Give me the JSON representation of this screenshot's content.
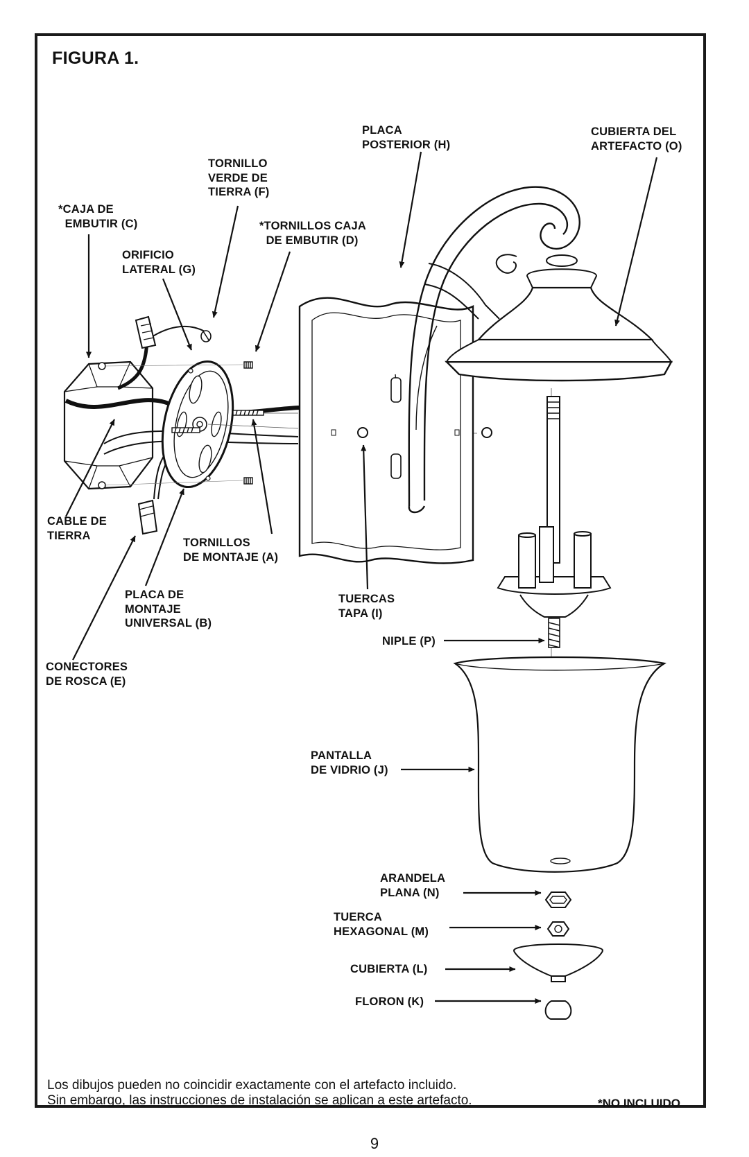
{
  "figure_title": "FIGURA 1.",
  "labels": {
    "placa_posterior": "PLACA\nPOSTERIOR (H)",
    "cubierta_artefacto": "CUBIERTA DEL\nARTEFACTO (O)",
    "tornillo_verde": "TORNILLO\nVERDE DE\nTIERRA (F)",
    "caja_embutir": "*CAJA DE\n  EMBUTIR (C)",
    "tornillos_caja": "*TORNILLOS CAJA\n  DE EMBUTIR (D)",
    "orificio_lateral": "ORIFICIO\nLATERAL (G)",
    "cable_tierra": "CABLE DE\nTIERRA",
    "tornillos_montaje": "TORNILLOS\nDE MONTAJE (A)",
    "placa_montaje": "PLACA DE\nMONTAJE\nUNIVERSAL (B)",
    "tuercas_tapa": "TUERCAS\nTAPA (I)",
    "niple": "NIPLE (P)",
    "conectores": "CONECTORES\nDE ROSCA (E)",
    "pantalla": "PANTALLA\nDE VIDRIO (J)",
    "arandela": "ARANDELA\nPLANA (N)",
    "tuerca_hex": "TUERCA\nHEXAGONAL (M)",
    "cubierta_l": "CUBIERTA (L)",
    "floron": "FLORON (K)"
  },
  "note_line1": "Los dibujos pueden no coincidir exactamente con el artefacto incluido.",
  "note_line2": "Sin embargo, las instrucciones de instalación se aplican a este artefacto.",
  "no_incluido": "*NO INCLUIDO",
  "page_number": "9"
}
